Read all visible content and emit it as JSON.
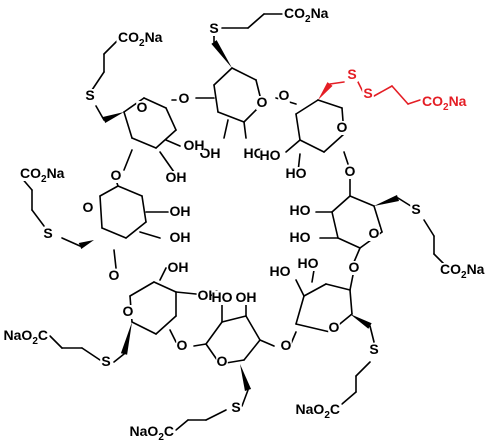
{
  "diagram": {
    "rings": [
      "glucose-unit-1",
      "glucose-unit-2",
      "glucose-unit-3",
      "glucose-unit-4",
      "glucose-unit-5",
      "glucose-unit-6",
      "glucose-unit-7"
    ],
    "labels": {
      "carboxylate": "CO",
      "carboxylate_sub": "2",
      "sodium": "Na",
      "sodium_ester_prefix": "NaO",
      "sodium_ester_sub": "2",
      "sodium_ester_suffix": "C",
      "sulfur": "S",
      "oxygen": "O",
      "hydroxyl": "OH",
      "hydroxyl_rev": "HO"
    },
    "colors": {
      "bond": "#000000",
      "highlight": "#e41e25"
    }
  }
}
